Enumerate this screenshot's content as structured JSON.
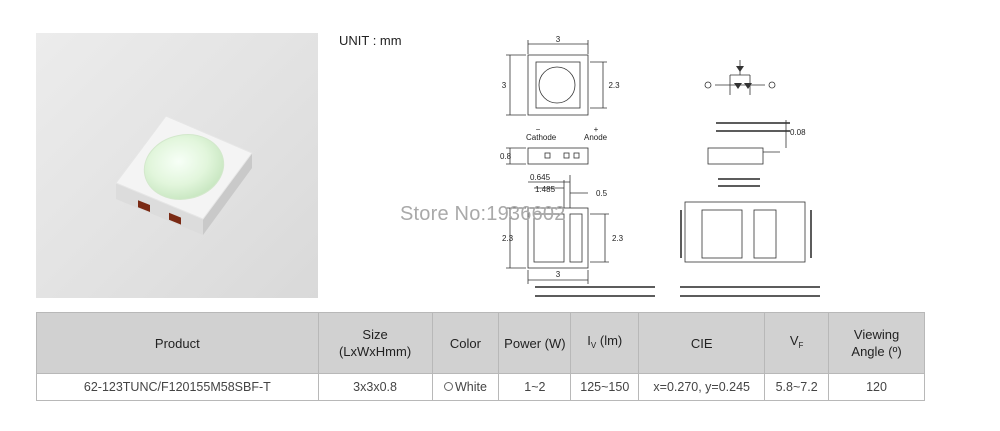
{
  "unit_label": "UNIT : mm",
  "watermark": "Store No:1936602",
  "drawing": {
    "top_width": "3",
    "top_height_left": "3",
    "top_height_right": "2.3",
    "cathode": "Cathode",
    "anode": "Anode",
    "pin_minus": "−",
    "pin_plus": "+",
    "side_height": "0.8",
    "pad_a": "0.645",
    "pad_b": "1.485",
    "pad_c": "0.5",
    "bottom_height_left": "2.3",
    "bottom_height_right": "2.3",
    "bottom_width": "3",
    "circuit_side_label": "0.08"
  },
  "table": {
    "headers": {
      "product": "Product",
      "size_line1": "Size",
      "size_line2": "(LxWxHmm)",
      "color": "Color",
      "power": "Power (W)",
      "iv_symbol": "I",
      "iv_sub": "V",
      "iv_unit": "(lm)",
      "cie": "CIE",
      "vf_symbol": "V",
      "vf_sub": "F",
      "angle_line1": "Viewing",
      "angle_line2": "Angle (º)"
    },
    "row": {
      "product": "62-123TUNC/F120155M58SBF-T",
      "size": "3x3x0.8",
      "color": "White",
      "power": "1~2",
      "iv": "125~150",
      "cie": "x=0.270, y=0.245",
      "vf": "5.8~7.2",
      "angle": "120"
    }
  }
}
